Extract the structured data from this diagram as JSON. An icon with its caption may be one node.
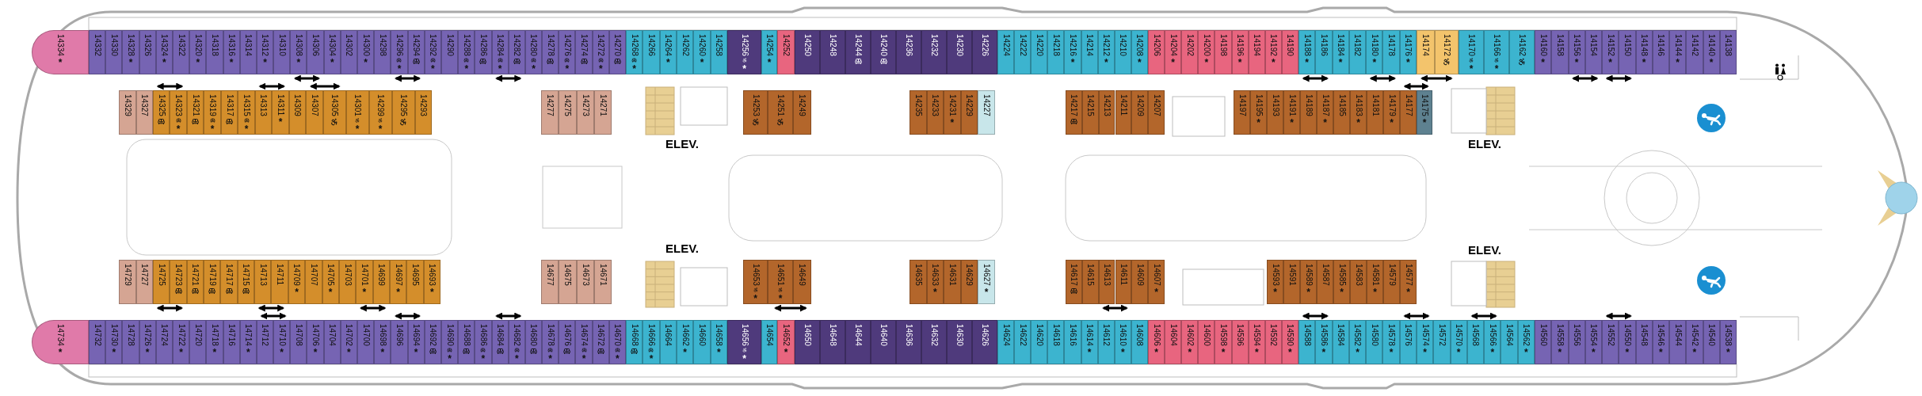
{
  "diagram": {
    "nodes": [
      {
        "text": [
          "14334",
          "*"
        ]
      },
      {
        "text": [
          "14332"
        ]
      },
      {
        "text": [
          "14330"
        ]
      },
      {
        "text": [
          "14328",
          "*"
        ]
      },
      {
        "text": [
          "14326"
        ]
      },
      {
        "text": [
          "14324",
          "*"
        ]
      },
      {
        "text": [
          "14322"
        ]
      },
      {
        "text": [
          "14320",
          "*"
        ]
      },
      {
        "text": [
          "14318"
        ]
      },
      {
        "text": [
          "14316",
          "*"
        ]
      },
      {
        "text": [
          "14314"
        ]
      },
      {
        "text": [
          "14312",
          "*"
        ]
      },
      {
        "text": [
          "14310"
        ]
      },
      {
        "text": [
          "14308",
          "*"
        ]
      },
      {
        "text": [
          "14306"
        ]
      },
      {
        "text": [
          "14304",
          "*"
        ]
      },
      {
        "text": [
          "14302"
        ]
      },
      {
        "text": [
          "14300",
          "*"
        ]
      },
      {
        "text": [
          "14298"
        ]
      },
      {
        "text": [
          "14296",
          "*"
        ]
      },
      {
        "text": [
          "14294"
        ]
      },
      {
        "text": [
          "14292",
          "*"
        ]
      },
      {
        "text": [
          "14290"
        ]
      },
      {
        "text": [
          "14288",
          "*"
        ]
      },
      {
        "text": [
          "14286"
        ]
      },
      {
        "text": [
          "14284",
          "*"
        ]
      },
      {
        "text": [
          "14282"
        ]
      },
      {
        "text": [
          "14280",
          "*"
        ]
      },
      {
        "text": [
          "14278"
        ]
      },
      {
        "text": [
          "14276",
          "*"
        ]
      },
      {
        "text": [
          "14274"
        ]
      },
      {
        "text": [
          "14272",
          "*"
        ]
      },
      {
        "text": [
          "14270"
        ]
      },
      {
        "text": [
          "14268",
          "*"
        ]
      },
      {
        "text": [
          "14266"
        ]
      },
      {
        "text": [
          "14264",
          "*"
        ]
      },
      {
        "text": [
          "14262"
        ]
      },
      {
        "text": [
          "14260",
          "*"
        ]
      },
      {
        "text": [
          "14258"
        ]
      },
      {
        "text": [
          "14256",
          "*"
        ]
      },
      {
        "text": [
          "14254",
          "*"
        ]
      },
      {
        "text": [
          "14252"
        ]
      },
      {
        "text": [
          "14250"
        ]
      },
      {
        "text": [
          "14248"
        ]
      },
      {
        "text": [
          "14244"
        ]
      },
      {
        "text": [
          "14240"
        ]
      },
      {
        "text": [
          "14236"
        ]
      },
      {
        "text": [
          "14232"
        ]
      },
      {
        "text": [
          "14230"
        ]
      },
      {
        "text": [
          "14226"
        ]
      },
      {
        "text": [
          "14224"
        ]
      },
      {
        "text": [
          "14222"
        ]
      },
      {
        "text": [
          "14220"
        ]
      },
      {
        "text": [
          "14218"
        ]
      },
      {
        "text": [
          "14216",
          "*"
        ]
      },
      {
        "text": [
          "14214"
        ]
      },
      {
        "text": [
          "14212",
          "*"
        ]
      },
      {
        "text": [
          "14210"
        ]
      },
      {
        "text": [
          "14208",
          "*"
        ]
      },
      {
        "text": [
          "14206"
        ]
      },
      {
        "text": [
          "14204",
          "*"
        ]
      },
      {
        "text": [
          "14202"
        ]
      },
      {
        "text": [
          "14200",
          "*"
        ]
      },
      {
        "text": [
          "14198"
        ]
      },
      {
        "text": [
          "14196",
          "*"
        ]
      },
      {
        "text": [
          "14194"
        ]
      },
      {
        "text": [
          "14192",
          "*"
        ]
      },
      {
        "text": [
          "14190"
        ]
      },
      {
        "text": [
          "14188",
          "*"
        ]
      },
      {
        "text": [
          "14186"
        ]
      },
      {
        "text": [
          "14184",
          "*"
        ]
      },
      {
        "text": [
          "14182"
        ]
      },
      {
        "text": [
          "14180",
          "*"
        ]
      },
      {
        "text": [
          "14178"
        ]
      },
      {
        "text": [
          "14176",
          "*"
        ]
      },
      {
        "text": [
          "14174"
        ]
      },
      {
        "text": [
          "14172"
        ]
      },
      {
        "text": [
          "14170",
          "*"
        ]
      },
      {
        "text": [
          "14166",
          "*"
        ]
      },
      {
        "text": [
          "14162"
        ]
      },
      {
        "text": [
          "14160",
          "*"
        ]
      },
      {
        "text": [
          "14158"
        ]
      },
      {
        "text": [
          "14156",
          "*"
        ]
      },
      {
        "text": [
          "14154"
        ]
      },
      {
        "text": [
          "14152",
          "*"
        ]
      },
      {
        "text": [
          "14150"
        ]
      },
      {
        "text": [
          "14148",
          "*"
        ]
      },
      {
        "text": [
          "14146"
        ]
      },
      {
        "text": [
          "14144",
          "*"
        ]
      },
      {
        "text": [
          "14142"
        ]
      },
      {
        "text": [
          "14140",
          "*"
        ]
      },
      {
        "text": [
          "14138"
        ]
      },
      {
        "text": [
          "14329"
        ]
      },
      {
        "text": [
          "14327"
        ]
      },
      {
        "text": [
          "14325"
        ]
      },
      {
        "text": [
          "14323",
          "*"
        ]
      },
      {
        "text": [
          "14321"
        ]
      },
      {
        "text": [
          "14319",
          "*"
        ]
      },
      {
        "text": [
          "14317"
        ]
      },
      {
        "text": [
          "14315",
          "*"
        ]
      },
      {
        "text": [
          "14313"
        ]
      },
      {
        "text": [
          "14311",
          "*"
        ]
      },
      {
        "text": [
          "14309"
        ]
      },
      {
        "text": [
          "14307"
        ]
      },
      {
        "text": [
          "14305"
        ]
      },
      {
        "text": [
          "14301",
          "*"
        ]
      },
      {
        "text": [
          "14299",
          "*"
        ]
      },
      {
        "text": [
          "14295"
        ]
      },
      {
        "text": [
          "14293"
        ]
      },
      {
        "text": [
          "14277"
        ]
      },
      {
        "text": [
          "14275"
        ]
      },
      {
        "text": [
          "14273"
        ]
      },
      {
        "text": [
          "14271"
        ]
      },
      {
        "text": [
          "14253"
        ]
      },
      {
        "text": [
          "14251"
        ]
      },
      {
        "text": [
          "14249"
        ]
      },
      {
        "text": [
          "14235"
        ]
      },
      {
        "text": [
          "14233"
        ]
      },
      {
        "text": [
          "14231",
          "*"
        ]
      },
      {
        "text": [
          "14229"
        ]
      },
      {
        "text": [
          "14227"
        ]
      },
      {
        "text": [
          "14217"
        ]
      },
      {
        "text": [
          "14215"
        ]
      },
      {
        "text": [
          "14213"
        ]
      },
      {
        "text": [
          "14211"
        ]
      },
      {
        "text": [
          "14209"
        ]
      },
      {
        "text": [
          "14207"
        ]
      },
      {
        "text": [
          "14197"
        ]
      },
      {
        "text": [
          "14195",
          "*"
        ]
      },
      {
        "text": [
          "14193"
        ]
      },
      {
        "text": [
          "14191",
          "*"
        ]
      },
      {
        "text": [
          "14189"
        ]
      },
      {
        "text": [
          "14187",
          "*"
        ]
      },
      {
        "text": [
          "14185"
        ]
      },
      {
        "text": [
          "14183",
          "*"
        ]
      },
      {
        "text": [
          "14181"
        ]
      },
      {
        "text": [
          "14179",
          "*"
        ]
      },
      {
        "text": [
          "14177"
        ]
      },
      {
        "text": [
          "14175",
          "*"
        ]
      },
      {
        "text": [
          "14729"
        ]
      },
      {
        "text": [
          "14727"
        ]
      },
      {
        "text": [
          "14725"
        ]
      },
      {
        "text": [
          "14723"
        ]
      },
      {
        "text": [
          "14721"
        ]
      },
      {
        "text": [
          "14719"
        ]
      },
      {
        "text": [
          "14717"
        ]
      },
      {
        "text": [
          "14715"
        ]
      },
      {
        "text": [
          "14713"
        ]
      },
      {
        "text": [
          "14711"
        ]
      },
      {
        "text": [
          "14709",
          "*"
        ]
      },
      {
        "text": [
          "14707"
        ]
      },
      {
        "text": [
          "14705",
          "*"
        ]
      },
      {
        "text": [
          "14703"
        ]
      },
      {
        "text": [
          "14701",
          "*"
        ]
      },
      {
        "text": [
          "14699"
        ]
      },
      {
        "text": [
          "14697",
          "*"
        ]
      },
      {
        "text": [
          "14695"
        ]
      },
      {
        "text": [
          "14693",
          "*"
        ]
      },
      {
        "text": [
          "14677"
        ]
      },
      {
        "text": [
          "14675"
        ]
      },
      {
        "text": [
          "14673"
        ]
      },
      {
        "text": [
          "14671"
        ]
      },
      {
        "text": [
          "14653",
          "*"
        ]
      },
      {
        "text": [
          "14651",
          "*"
        ]
      },
      {
        "text": [
          "14649"
        ]
      },
      {
        "text": [
          "14635"
        ]
      },
      {
        "text": [
          "14633",
          "*"
        ]
      },
      {
        "text": [
          "14631"
        ]
      },
      {
        "text": [
          "14629"
        ]
      },
      {
        "text": [
          "14627",
          "*"
        ]
      },
      {
        "text": [
          "14617"
        ]
      },
      {
        "text": [
          "14615"
        ]
      },
      {
        "text": [
          "14613"
        ]
      },
      {
        "text": [
          "14611"
        ]
      },
      {
        "text": [
          "14609"
        ]
      },
      {
        "text": [
          "14607",
          "*"
        ]
      },
      {
        "text": [
          "14593",
          "*"
        ]
      },
      {
        "text": [
          "14591"
        ]
      },
      {
        "text": [
          "14589",
          "*"
        ]
      },
      {
        "text": [
          "14587"
        ]
      },
      {
        "text": [
          "14585",
          "*"
        ]
      },
      {
        "text": [
          "14583"
        ]
      },
      {
        "text": [
          "14581",
          "*"
        ]
      },
      {
        "text": [
          "14579"
        ]
      },
      {
        "text": [
          "14577",
          "*"
        ]
      },
      {
        "text": [
          "14734",
          "*"
        ]
      },
      {
        "text": [
          "14732"
        ]
      },
      {
        "text": [
          "14730",
          "*"
        ]
      },
      {
        "text": [
          "14728"
        ]
      },
      {
        "text": [
          "14726",
          "*"
        ]
      },
      {
        "text": [
          "14724"
        ]
      },
      {
        "text": [
          "14722",
          "*"
        ]
      },
      {
        "text": [
          "14720"
        ]
      },
      {
        "text": [
          "14718",
          "*"
        ]
      },
      {
        "text": [
          "14716"
        ]
      },
      {
        "text": [
          "14714",
          "*"
        ]
      },
      {
        "text": [
          "14712"
        ]
      },
      {
        "text": [
          "14710",
          "*"
        ]
      },
      {
        "text": [
          "14708"
        ]
      },
      {
        "text": [
          "14706",
          "*"
        ]
      },
      {
        "text": [
          "14704"
        ]
      },
      {
        "text": [
          "14702",
          "*"
        ]
      },
      {
        "text": [
          "14700"
        ]
      },
      {
        "text": [
          "14698",
          "*"
        ]
      },
      {
        "text": [
          "14696"
        ]
      },
      {
        "text": [
          "14694",
          "*"
        ]
      },
      {
        "text": [
          "14692"
        ]
      },
      {
        "text": [
          "14690",
          "*"
        ]
      },
      {
        "text": [
          "14688"
        ]
      },
      {
        "text": [
          "14686",
          "*"
        ]
      },
      {
        "text": [
          "14684"
        ]
      },
      {
        "text": [
          "14682",
          "*"
        ]
      },
      {
        "text": [
          "14680"
        ]
      },
      {
        "text": [
          "14678",
          "*"
        ]
      },
      {
        "text": [
          "14676"
        ]
      },
      {
        "text": [
          "14674",
          "*"
        ]
      },
      {
        "text": [
          "14672"
        ]
      },
      {
        "text": [
          "14670",
          "*"
        ]
      },
      {
        "text": [
          "14668"
        ]
      },
      {
        "text": [
          "14666",
          "*"
        ]
      },
      {
        "text": [
          "14664"
        ]
      },
      {
        "text": [
          "14662",
          "*"
        ]
      },
      {
        "text": [
          "14660"
        ]
      },
      {
        "text": [
          "14658",
          "*"
        ]
      },
      {
        "text": [
          "14656",
          "*"
        ]
      },
      {
        "text": [
          "14654"
        ]
      },
      {
        "text": [
          "14652",
          "*"
        ]
      },
      {
        "text": [
          "14650"
        ]
      },
      {
        "text": [
          "14648"
        ]
      },
      {
        "text": [
          "14644"
        ]
      },
      {
        "text": [
          "14640"
        ]
      },
      {
        "text": [
          "14636"
        ]
      },
      {
        "text": [
          "14632"
        ]
      },
      {
        "text": [
          "14630"
        ]
      },
      {
        "text": [
          "14626"
        ]
      },
      {
        "text": [
          "14624"
        ]
      },
      {
        "text": [
          "14622"
        ]
      },
      {
        "text": [
          "14620"
        ]
      },
      {
        "text": [
          "14618"
        ]
      },
      {
        "text": [
          "14616"
        ]
      },
      {
        "text": [
          "14614",
          "*"
        ]
      },
      {
        "text": [
          "14612"
        ]
      },
      {
        "text": [
          "14610",
          "*"
        ]
      },
      {
        "text": [
          "14608"
        ]
      },
      {
        "text": [
          "14606",
          "*"
        ]
      },
      {
        "text": [
          "14604"
        ]
      },
      {
        "text": [
          "14602",
          "*"
        ]
      },
      {
        "text": [
          "14600"
        ]
      },
      {
        "text": [
          "14598",
          "*"
        ]
      },
      {
        "text": [
          "14596"
        ]
      },
      {
        "text": [
          "14594",
          "*"
        ]
      },
      {
        "text": [
          "14592"
        ]
      },
      {
        "text": [
          "14590",
          "*"
        ]
      },
      {
        "text": [
          "14588"
        ]
      },
      {
        "text": [
          "14586",
          "*"
        ]
      },
      {
        "text": [
          "14584"
        ]
      },
      {
        "text": [
          "14582",
          "*"
        ]
      },
      {
        "text": [
          "14580"
        ]
      },
      {
        "text": [
          "14578",
          "*"
        ]
      },
      {
        "text": [
          "14576"
        ]
      },
      {
        "text": [
          "14574",
          "*"
        ]
      },
      {
        "text": [
          "14572"
        ]
      },
      {
        "text": [
          "14570",
          "*"
        ]
      },
      {
        "text": [
          "14568"
        ]
      },
      {
        "text": [
          "14566",
          "*"
        ]
      },
      {
        "text": [
          "14564"
        ]
      },
      {
        "text": [
          "14562",
          "*"
        ]
      },
      {
        "text": [
          "14560"
        ]
      },
      {
        "text": [
          "14558",
          "*"
        ]
      },
      {
        "text": [
          "14556"
        ]
      },
      {
        "text": [
          "14554",
          "*"
        ]
      },
      {
        "text": [
          "14552"
        ]
      },
      {
        "text": [
          "14550",
          "*"
        ]
      },
      {
        "text": [
          "14548"
        ]
      },
      {
        "text": [
          "14546",
          "*"
        ]
      },
      {
        "text": [
          "14544"
        ]
      },
      {
        "text": [
          "14542",
          "*"
        ]
      },
      {
        "text": [
          "14540"
        ]
      },
      {
        "text": [
          "14538",
          "*"
        ]
      }
    ],
    "edges": [
      {
        "from": 13,
        "to": 14,
        "arrow": "both"
      },
      {
        "from": 19,
        "to": 20,
        "arrow": "both"
      },
      {
        "from": 25,
        "to": 26,
        "arrow": "both"
      },
      {
        "from": 68,
        "to": 69,
        "arrow": "both"
      },
      {
        "from": 72,
        "to": 73,
        "arrow": "both"
      },
      {
        "from": 75,
        "to": 76,
        "arrow": "both"
      },
      {
        "from": 82,
        "to": 83,
        "arrow": "both"
      },
      {
        "from": 84,
        "to": 85,
        "arrow": "both"
      },
      {
        "from": 94,
        "to": 95,
        "arrow": "both"
      },
      {
        "from": 100,
        "to": 101,
        "arrow": "both"
      },
      {
        "from": 103,
        "to": 104,
        "arrow": "both"
      },
      {
        "from": 137,
        "to": 138,
        "arrow": "both"
      },
      {
        "from": 141,
        "to": 142,
        "arrow": "both"
      },
      {
        "from": 147,
        "to": 148,
        "arrow": "both"
      },
      {
        "from": 153,
        "to": 154,
        "arrow": "both"
      },
      {
        "from": 163,
        "to": 164,
        "arrow": "both"
      },
      {
        "from": 172,
        "to": 173,
        "arrow": "both"
      },
      {
        "from": 196,
        "to": 197,
        "arrow": "both"
      },
      {
        "from": 204,
        "to": 205,
        "arrow": "both"
      },
      {
        "from": 210,
        "to": 211,
        "arrow": "both"
      },
      {
        "from": 253,
        "to": 254,
        "arrow": "both"
      },
      {
        "from": 259,
        "to": 260,
        "arrow": "both"
      },
      {
        "from": 263,
        "to": 264,
        "arrow": "both"
      },
      {
        "from": 271,
        "to": 272,
        "arrow": "both"
      }
    ],
    "labels": [
      "ELEV.",
      "ELEV.",
      "ELEV.",
      "ELEV."
    ]
  }
}
